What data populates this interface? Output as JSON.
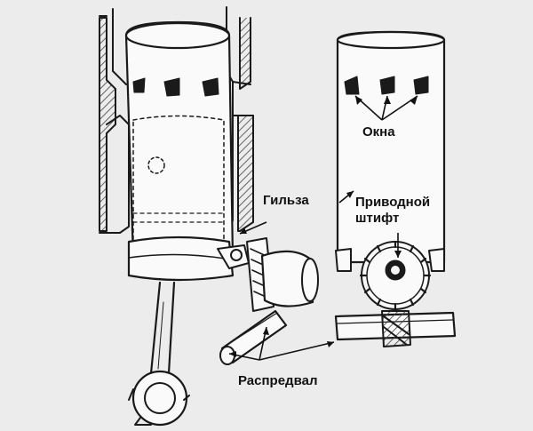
{
  "labels": {
    "windows": "Окна",
    "sleeve": "Гильза",
    "drive_pin_line1": "Приводной",
    "drive_pin_line2": "штифт",
    "camshaft": "Распредвал"
  },
  "colors": {
    "background": "#ececec",
    "paper": "#fafafa",
    "ink": "#1a1a1a",
    "hatch": "#444444"
  }
}
